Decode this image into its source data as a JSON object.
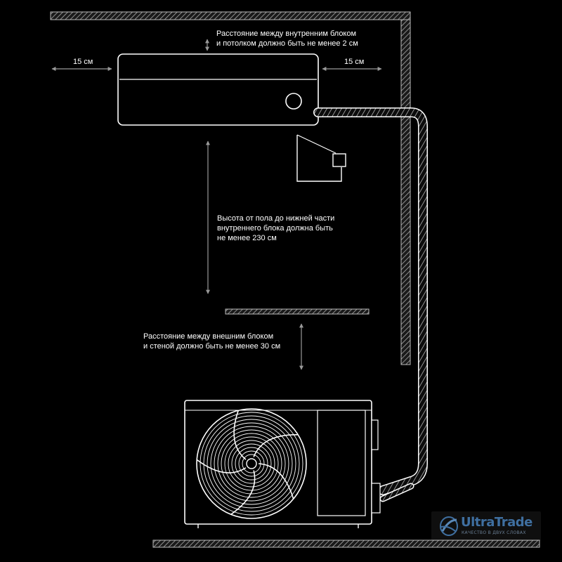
{
  "labels": {
    "ceiling_gap": "Расстояние между внутренним блоком\nи потолком должно быть не менее 2 см",
    "left_gap": "15 см",
    "right_gap": "15 см",
    "floor_height": "Высота от пола до нижней части\nвнутреннего блока должна быть\nне менее 230 см",
    "outdoor_gap": "Расстояние между внешним блоком\nи стеной должно быть не менее 30 см"
  },
  "watermark": {
    "name": "UltraTrade",
    "tagline": "КАЧЕСТВО В ДВУХ СЛОВАХ"
  },
  "colors": {
    "background": "#000000",
    "stroke": "#ffffff",
    "hatch": "#c9c9c9",
    "arrow": "#9a9a9a"
  }
}
